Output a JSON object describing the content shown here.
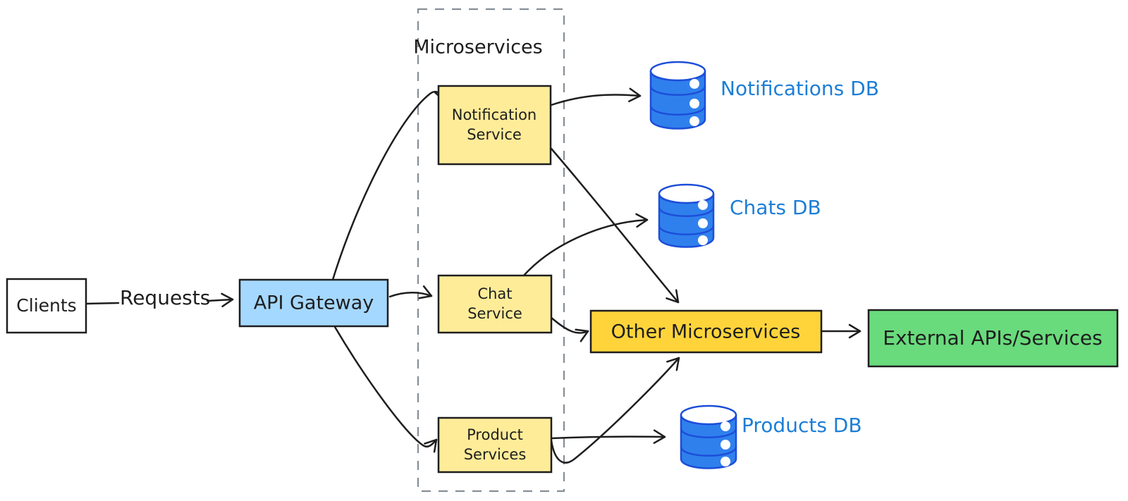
{
  "diagram": {
    "container": {
      "title": "Microservices"
    },
    "nodes": {
      "clients": {
        "label": "Clients"
      },
      "api_gateway": {
        "label": "API Gateway"
      },
      "notification_service": {
        "line1": "Notification",
        "line2": "Service"
      },
      "chat_service": {
        "line1": "Chat",
        "line2": "Service"
      },
      "product_services": {
        "line1": "Product",
        "line2": "Services"
      },
      "other_microservices": {
        "label": "Other Microservices"
      },
      "external_apis": {
        "label": "External APIs/Services"
      }
    },
    "databases": {
      "notifications_db": {
        "label": "Notifications DB"
      },
      "chats_db": {
        "label": "Chats DB"
      },
      "products_db": {
        "label": "Products DB"
      }
    },
    "edge_labels": {
      "requests": "Requests"
    },
    "edges": [
      {
        "from": "Clients",
        "to": "API Gateway",
        "label": "Requests"
      },
      {
        "from": "API Gateway",
        "to": "Notification Service",
        "label": ""
      },
      {
        "from": "API Gateway",
        "to": "Chat Service",
        "label": ""
      },
      {
        "from": "API Gateway",
        "to": "Product Services",
        "label": ""
      },
      {
        "from": "Notification Service",
        "to": "Notifications DB",
        "label": ""
      },
      {
        "from": "Notification Service",
        "to": "Other Microservices",
        "label": ""
      },
      {
        "from": "Chat Service",
        "to": "Chats DB",
        "label": ""
      },
      {
        "from": "Chat Service",
        "to": "Other Microservices",
        "label": ""
      },
      {
        "from": "Product Services",
        "to": "Products DB",
        "label": ""
      },
      {
        "from": "Product Services",
        "to": "Other Microservices",
        "label": ""
      },
      {
        "from": "Other Microservices",
        "to": "External APIs/Services",
        "label": ""
      }
    ],
    "colors": {
      "clients_fill": "#ffffff",
      "gateway_fill": "#a5d8ff",
      "service_fill": "#ffec99",
      "other_fill": "#ffd43b",
      "external_fill": "#69db7c",
      "db_fill": "#2f80ed",
      "db_stroke": "#1d4ed8",
      "db_label": "#1c7ed6",
      "stroke": "#1e1e1e",
      "container_stroke": "#868e96"
    }
  }
}
